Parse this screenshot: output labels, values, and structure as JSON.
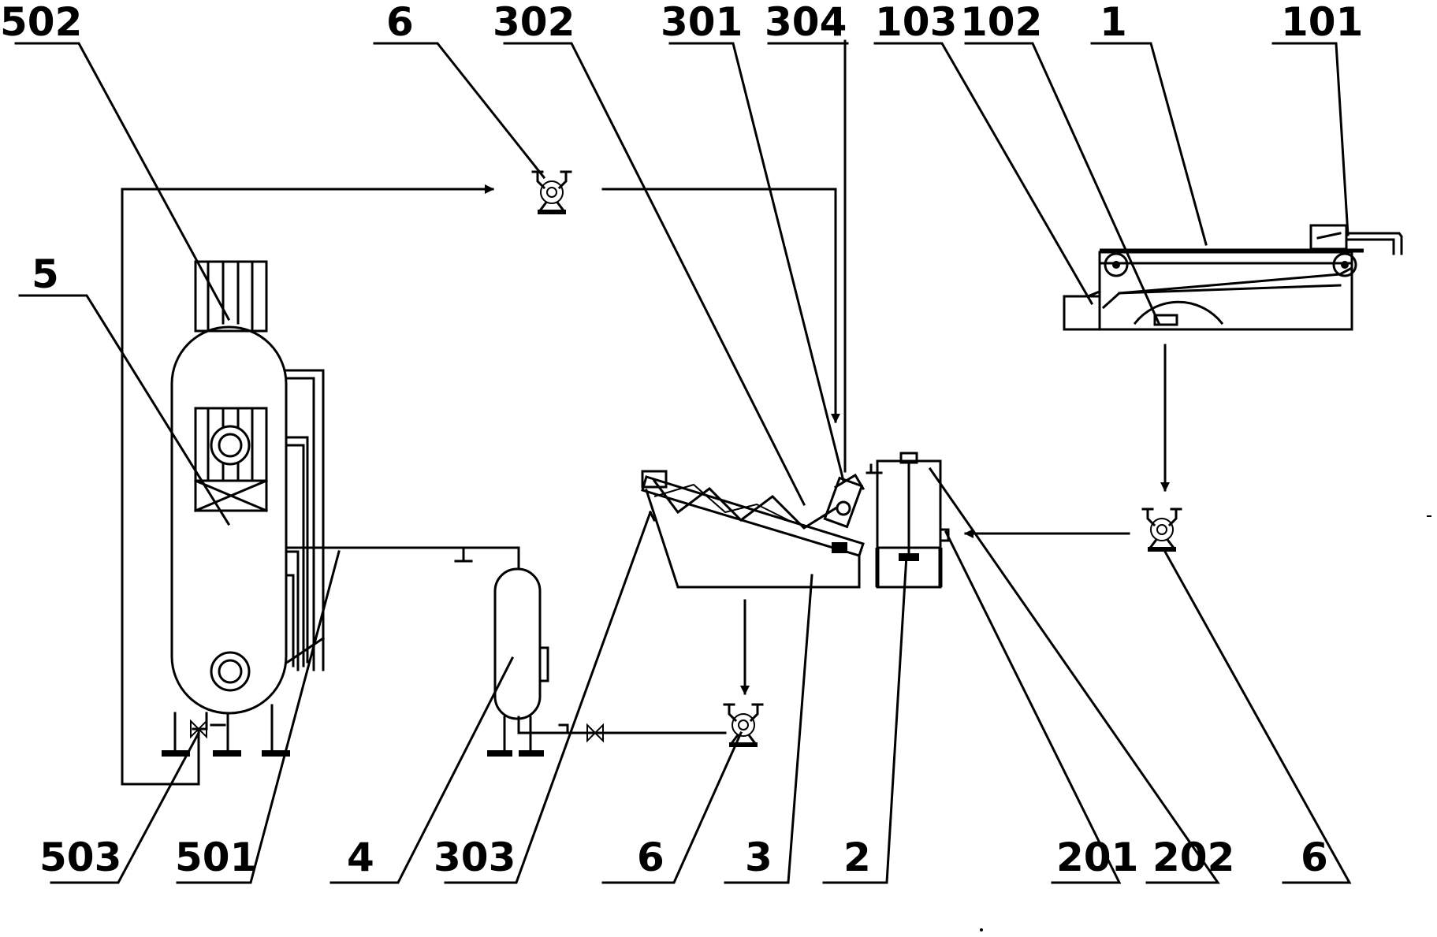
{
  "labels": {
    "l502": "502",
    "l6_top": "6",
    "l302": "302",
    "l301": "301",
    "l304": "304",
    "l103": "103",
    "l102": "102",
    "l1": "1",
    "l101": "101",
    "l5": "5",
    "l503": "503",
    "l501": "501",
    "l4": "4",
    "l303": "303",
    "l6_mid": "6",
    "l3": "3",
    "l2": "2",
    "l201": "201",
    "l202": "202",
    "l6_right": "6"
  },
  "icons": {
    "pump": "pump-icon",
    "valve": "valve-icon",
    "arrow": "arrow-icon"
  },
  "colors": {
    "line": "#000000",
    "background": "#ffffff"
  }
}
